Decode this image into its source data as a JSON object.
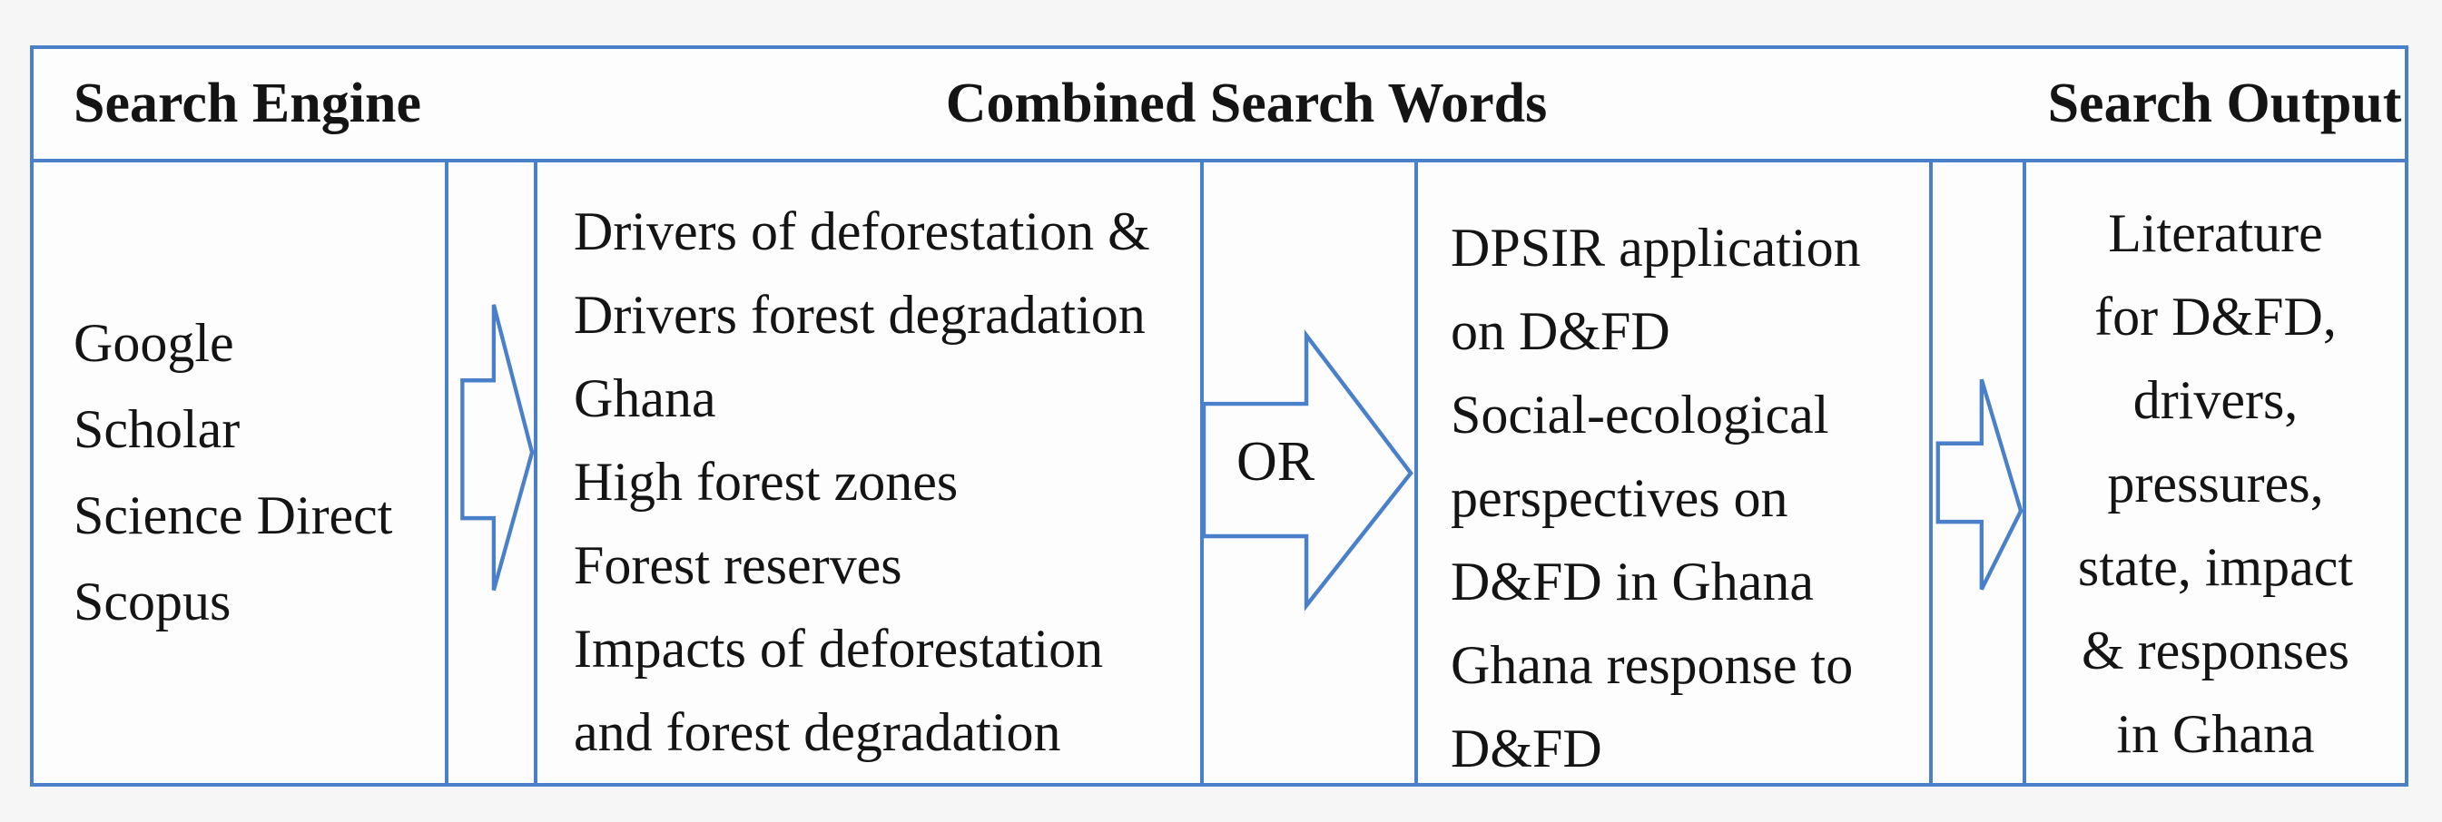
{
  "header": {
    "search_engine": "Search Engine",
    "combined_search_words": "Combined Search Words",
    "search_output": "Search Output"
  },
  "search_engine_box": {
    "lines": [
      "Google",
      "Scholar",
      "Science Direct",
      "Scopus"
    ]
  },
  "combined_words_box_1": {
    "lines": [
      "Drivers of deforestation &",
      "Drivers forest degradation",
      "Ghana",
      "High forest zones",
      "Forest reserves",
      "Impacts of deforestation",
      "and forest degradation"
    ]
  },
  "operator": {
    "label": "OR"
  },
  "combined_words_box_2": {
    "lines": [
      "DPSIR application",
      "on D&FD",
      "Social-ecological",
      "perspectives on",
      "D&FD in Ghana",
      "Ghana response to",
      "D&FD"
    ]
  },
  "search_output_box": {
    "lines": [
      "Literature",
      "for D&FD,",
      "drivers,",
      "pressures,",
      "state, impact",
      "& responses",
      "in Ghana"
    ]
  },
  "icons": {
    "flow_arrow": "right-block-arrow"
  },
  "colors": {
    "border": "#4a80c9",
    "arrow": "#4a80c9",
    "text": "#141414",
    "background": "#f6f6f6",
    "cell_background": "#fdfdfd"
  }
}
